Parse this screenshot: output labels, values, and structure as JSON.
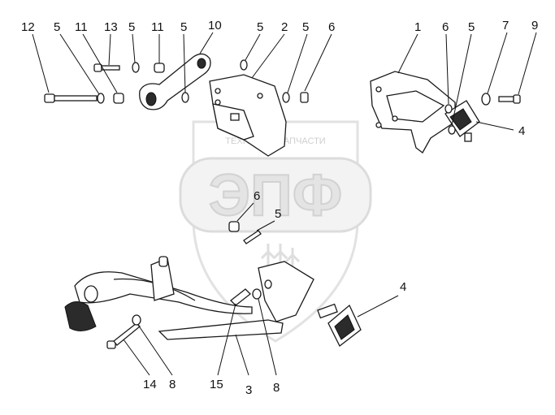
{
  "diagram": {
    "watermark": {
      "logo_text": "ЭПФ",
      "caption": "ТЕХНИКА И ЗАПЧАСТИ"
    },
    "callouts": [
      {
        "id": "c12a",
        "label": "12"
      },
      {
        "id": "c5a",
        "label": "5"
      },
      {
        "id": "c11a",
        "label": "11"
      },
      {
        "id": "c13",
        "label": "13"
      },
      {
        "id": "c5b",
        "label": "5"
      },
      {
        "id": "c11b",
        "label": "11"
      },
      {
        "id": "c5c",
        "label": "5"
      },
      {
        "id": "c10",
        "label": "10"
      },
      {
        "id": "c5d",
        "label": "5"
      },
      {
        "id": "c2",
        "label": "2"
      },
      {
        "id": "c5e",
        "label": "5"
      },
      {
        "id": "c6a",
        "label": "6"
      },
      {
        "id": "c1",
        "label": "1"
      },
      {
        "id": "c6b",
        "label": "6"
      },
      {
        "id": "c5f",
        "label": "5"
      },
      {
        "id": "c7",
        "label": "7"
      },
      {
        "id": "c9",
        "label": "9"
      },
      {
        "id": "c4a",
        "label": "4"
      },
      {
        "id": "c6c",
        "label": "6"
      },
      {
        "id": "c5g",
        "label": "5"
      },
      {
        "id": "c4b",
        "label": "4"
      },
      {
        "id": "c14",
        "label": "14"
      },
      {
        "id": "c8a",
        "label": "8"
      },
      {
        "id": "c15",
        "label": "15"
      },
      {
        "id": "c3",
        "label": "3"
      },
      {
        "id": "c8b",
        "label": "8"
      }
    ]
  }
}
